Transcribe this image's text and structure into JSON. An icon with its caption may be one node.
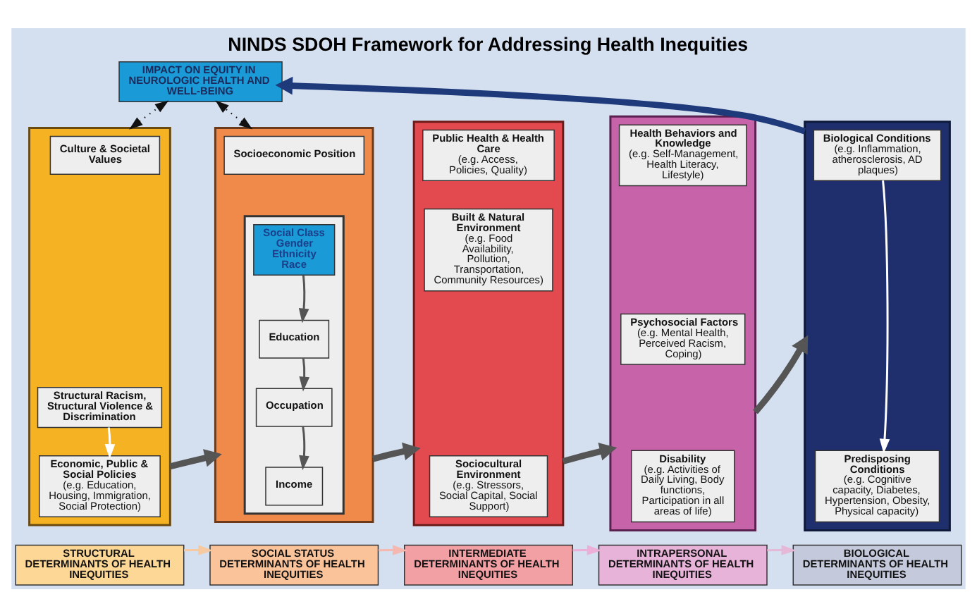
{
  "diagram": {
    "title": "NINDS SDOH Framework for Addressing Health Inequities",
    "nodes": [
      {
        "text": [],
        "shape": "box"
      },
      {
        "text": [
          "Culture & Societal Values"
        ],
        "in": 0
      },
      {
        "text": [
          "Structural Racism, Structural Violence & Discrimination"
        ],
        "in": 0
      },
      {
        "text": [
          "Economic, Public & Social Policies",
          "(e.g. Education, Housing, Immigration, Social Protection)"
        ],
        "in": 0
      },
      {
        "text": [],
        "shape": "box"
      },
      {
        "text": [
          "Socioeconomic Position"
        ],
        "in": 4
      },
      {
        "text": [],
        "shape": "box",
        "in": 4
      },
      {
        "text": [
          "Social Class",
          "Gender",
          "Ethnicity",
          "Race"
        ],
        "in": 6
      },
      {
        "text": [
          "Education"
        ],
        "in": 6
      },
      {
        "text": [
          "Occupation"
        ],
        "in": 6
      },
      {
        "text": [
          "Income"
        ],
        "in": 6
      },
      {
        "text": [],
        "shape": "box"
      },
      {
        "text": [
          "Public Health & Health Care",
          "(e.g. Access, Policies, Quality)"
        ],
        "in": 11
      },
      {
        "text": [
          "Built & Natural Environment",
          "(e.g. Food Availability, Pollution, Transportation, Community Resources)"
        ],
        "in": 11
      },
      {
        "text": [
          "Sociocultural Environment",
          "(e.g. Stressors, Social Capital, Social Support)"
        ],
        "in": 11
      },
      {
        "text": [],
        "shape": "box"
      },
      {
        "text": [
          "Health Behaviors and Knowledge",
          "(e.g. Self-Management, Health Literacy, Lifestyle)"
        ],
        "in": 15
      },
      {
        "text": [
          "Psychosocial Factors",
          "(e.g. Mental Health, Perceived Racism, Coping)"
        ],
        "in": 15
      },
      {
        "text": [
          "Disability",
          "(e.g. Activities of Daily Living, Body functions, Participation in all areas of life)"
        ],
        "in": 15
      },
      {
        "text": [],
        "shape": "box"
      },
      {
        "text": [
          "Biological Conditions",
          "(e.g. Inflammation, atherosclerosis, AD plaques)"
        ],
        "in": 19
      },
      {
        "text": [
          "Predisposing Conditions",
          "(e.g. Cognitive capacity, Diabetes, Hypertension, Obesity, Physical capacity)"
        ],
        "in": 19
      },
      {
        "text": [
          "IMPACT ON EQUITY IN NEUROLOGIC HEALTH AND WELL-BEING"
        ]
      },
      {
        "text": [
          "STRUCTURAL DETERMINANTS OF HEALTH INEQUITIES"
        ]
      },
      {
        "text": [
          "SOCIAL STATUS DETERMINANTS OF HEALTH INEQUITIES"
        ]
      },
      {
        "text": [
          "INTERMEDIATE DETERMINANTS OF HEALTH INEQUITIES"
        ]
      },
      {
        "text": [
          "INTRAPERSONAL DETERMINANTS OF HEALTH INEQUITIES"
        ]
      },
      {
        "text": [
          "BIOLOGICAL DETERMINANTS OF HEALTH INEQUITIES"
        ]
      }
    ],
    "edges": [
      {
        "from": 0,
        "to": 22,
        "arrow": "both",
        "style": "dashed",
        "color": "#111111"
      },
      {
        "from": 4,
        "to": 22,
        "arrow": "both",
        "style": "dashed",
        "color": "#111111"
      },
      {
        "from": 19,
        "to": 22,
        "arrow": "to",
        "style": "thick",
        "color": "#1f3a7a"
      },
      {
        "from": 2,
        "to": 3,
        "arrow": "to",
        "color": "#ffffff"
      },
      {
        "from": 7,
        "to": 8,
        "arrow": "to"
      },
      {
        "from": 8,
        "to": 9,
        "arrow": "to"
      },
      {
        "from": 9,
        "to": 10,
        "arrow": "to"
      },
      {
        "from": 20,
        "to": 21,
        "arrow": "to",
        "color": "#ffffff"
      },
      {
        "from": 0,
        "to": 4,
        "arrow": "to",
        "style": "thick"
      },
      {
        "from": 4,
        "to": 11,
        "arrow": "to",
        "style": "thick"
      },
      {
        "from": 11,
        "to": 15,
        "arrow": "to",
        "style": "thick"
      },
      {
        "from": 15,
        "to": 19,
        "arrow": "to",
        "style": "thick"
      },
      {
        "from": 23,
        "to": 24,
        "arrow": "to",
        "color": "#f7c9a0"
      },
      {
        "from": 24,
        "to": 25,
        "arrow": "to",
        "color": "#f5b8b0"
      },
      {
        "from": 25,
        "to": 26,
        "arrow": "to",
        "color": "#ecb0d8"
      },
      {
        "from": 26,
        "to": 27,
        "arrow": "to",
        "color": "#e6b8d8"
      }
    ]
  }
}
